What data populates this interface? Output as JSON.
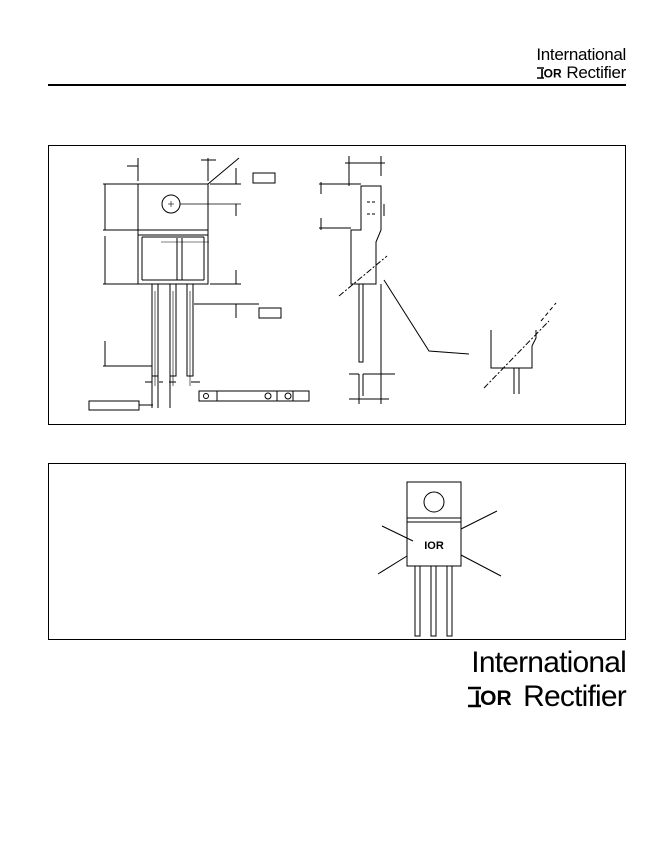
{
  "header": {
    "brand_line1": "International",
    "brand_logo": "IOR",
    "brand_line2": "Rectifier"
  },
  "marking": {
    "device_logo": "IOR"
  },
  "footer": {
    "brand_line1": "International",
    "brand_logo": "IOR",
    "brand_line2": "Rectifier"
  },
  "icons": {
    "logo": "ior-logo-icon",
    "package_drawing": "to220-outline-drawing",
    "marking_drawing": "part-marking-drawing"
  }
}
